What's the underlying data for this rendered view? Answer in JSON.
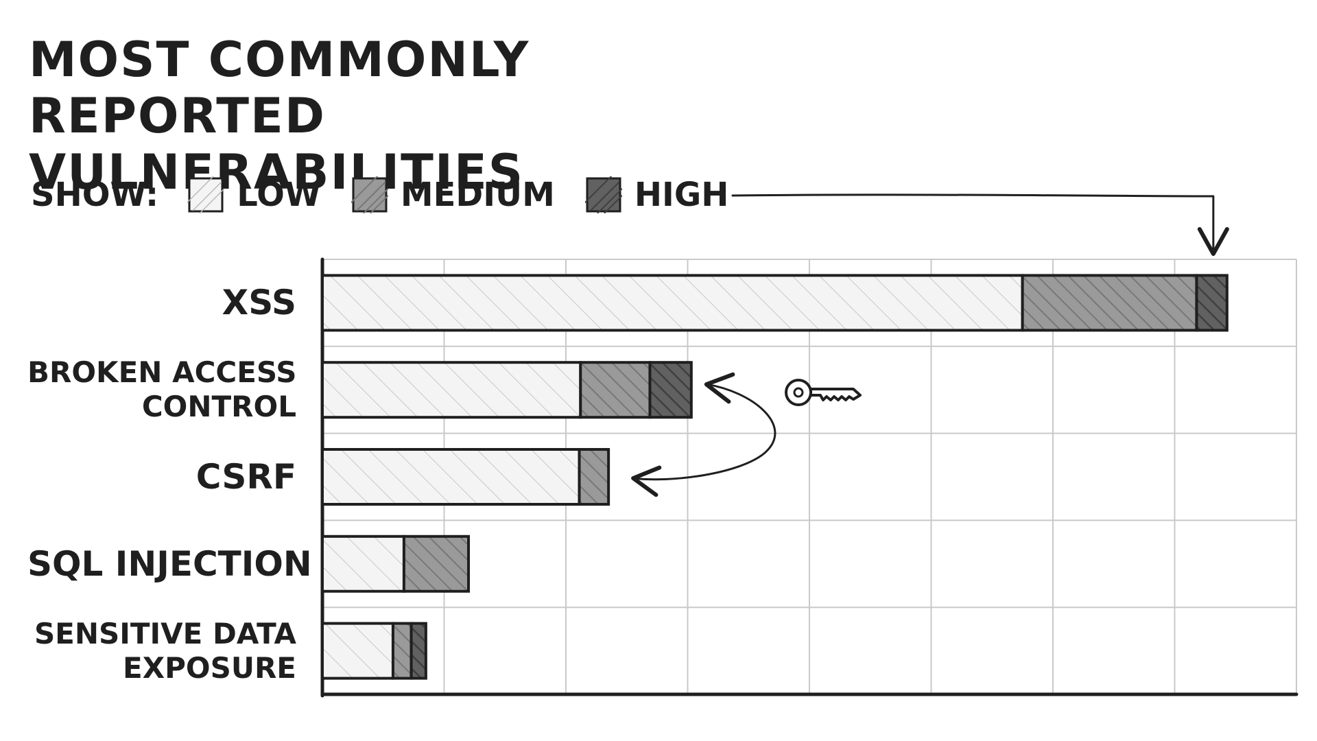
{
  "title": "Most Commonly Reported Vulnerabilities",
  "legend": {
    "prefix": "Show:"
  },
  "colors": {
    "low": "#f4f4f4",
    "medium": "#9a9a9a",
    "high": "#616161",
    "ink": "#1f1f1f",
    "grid": "#c9c9c9"
  },
  "chart_data": {
    "type": "bar",
    "orientation": "horizontal",
    "stacked": true,
    "title": "Most Commonly Reported Vulnerabilities",
    "xlabel": "",
    "ylabel": "",
    "xlim": [
      0,
      8
    ],
    "grid": true,
    "legend_position": "top-left",
    "categories": [
      "XSS",
      "Broken Access Control",
      "CSRF",
      "SQL Injection",
      "Sensitive Data Exposure"
    ],
    "display_labels": [
      [
        "XSS"
      ],
      [
        "Broken Access",
        "Control"
      ],
      [
        "CSRF"
      ],
      [
        "SQL Injection"
      ],
      [
        "Sensitive Data",
        "Exposure"
      ]
    ],
    "series": [
      {
        "name": "Low",
        "values": [
          5.75,
          2.12,
          2.11,
          0.67,
          0.58
        ]
      },
      {
        "name": "Medium",
        "values": [
          1.43,
          0.57,
          0.24,
          0.53,
          0.15
        ]
      },
      {
        "name": "High",
        "values": [
          0.25,
          0.34,
          0,
          0,
          0.12
        ]
      }
    ],
    "annotations": [
      {
        "type": "arrow",
        "from": "legend",
        "to": "XSS high"
      },
      {
        "type": "curved-arrow",
        "between": [
          "Broken Access Control",
          "CSRF"
        ],
        "icon": "key-icon"
      }
    ]
  }
}
